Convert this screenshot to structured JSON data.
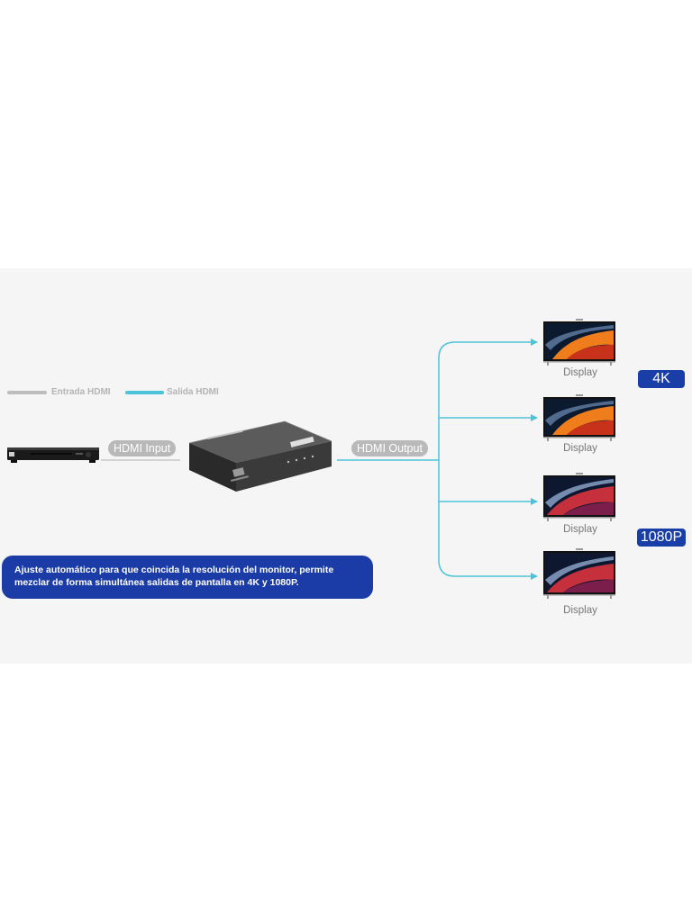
{
  "legend": {
    "input_label": "Entrada HDMI",
    "output_label": "Salida HDMI",
    "input_color": "#bdbdbd",
    "output_color": "#4cc3d9"
  },
  "flow": {
    "input_tag": "HDMI Input",
    "output_tag": "HDMI Output",
    "input_wire_color": "#bdbdbd",
    "output_wire_color": "#4cc3d9"
  },
  "displays": [
    {
      "label": "Display"
    },
    {
      "label": "Display"
    },
    {
      "label": "Display"
    },
    {
      "label": "Display"
    }
  ],
  "badges": {
    "top": "4K",
    "bottom": "1080P",
    "color": "#1a3ea8"
  },
  "note": {
    "text": "Ajuste automático para que coincida la resolución del monitor, permite mezclar de forma simultánea salidas de pantalla en 4K y 1080P."
  },
  "icons": [
    "blu-ray-player-icon",
    "hdmi-splitter-icon",
    "tv-display-icon"
  ]
}
